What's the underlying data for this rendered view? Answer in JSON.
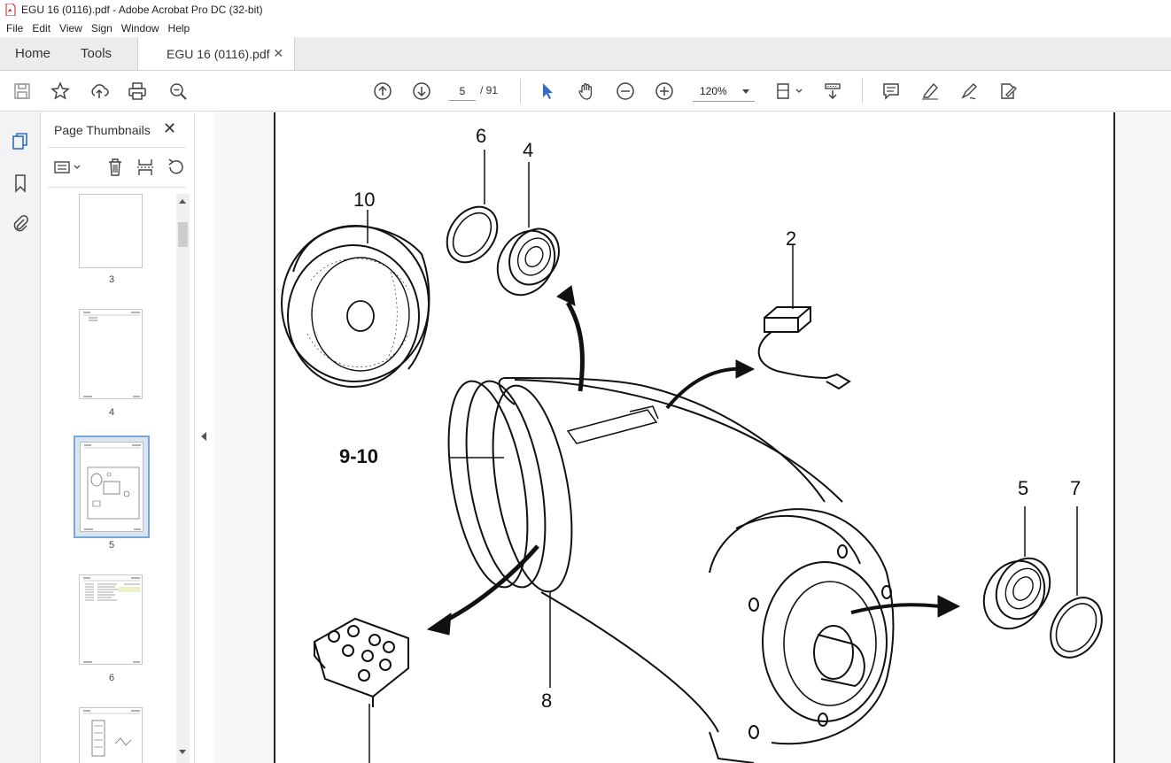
{
  "window": {
    "title": "EGU 16 (0116).pdf - Adobe Acrobat Pro DC (32-bit)"
  },
  "menu": [
    "File",
    "Edit",
    "View",
    "Sign",
    "Window",
    "Help"
  ],
  "tabs": {
    "home": "Home",
    "tools": "Tools",
    "document": "EGU 16 (0116).pdf"
  },
  "toolbar": {
    "page_current": "5",
    "page_total": "/ 91",
    "zoom": "120%",
    "icons": [
      "save-icon",
      "bookmark-star-icon",
      "upload-icon",
      "print-icon",
      "find-icon",
      "prev-page-icon",
      "next-page-icon",
      "select-arrow-icon",
      "hand-icon",
      "zoom-out-icon",
      "zoom-in-icon",
      "page-fit-icon",
      "scroll-mode-icon",
      "comment-icon",
      "highlight-icon",
      "draw-icon",
      "fill-sign-icon"
    ]
  },
  "sidebar": {
    "title": "Page Thumbnails",
    "thumbnails": [
      {
        "label": "3"
      },
      {
        "label": "4"
      },
      {
        "label": "5",
        "selected": true
      },
      {
        "label": "6"
      }
    ]
  },
  "drawing": {
    "callouts": [
      "10",
      "6",
      "4",
      "2",
      "9-10",
      "5",
      "7",
      "8"
    ]
  },
  "colors": {
    "accent": "#2d6fc8",
    "selection": "#d7e5f5"
  }
}
